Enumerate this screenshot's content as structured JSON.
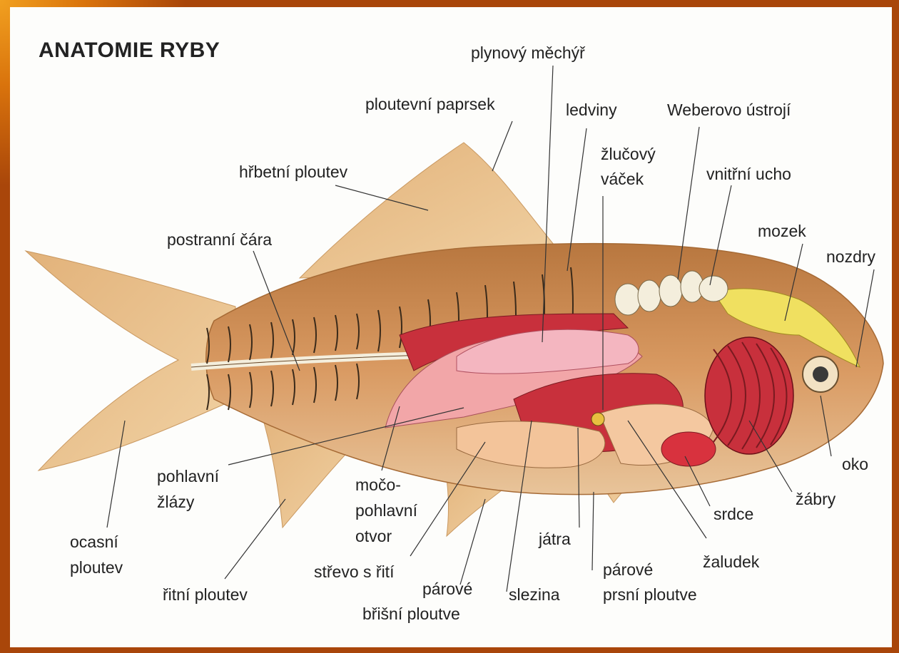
{
  "title": "ANATOMIE RYBY",
  "labels": {
    "plynovy_mechyr": "plynový měchýř",
    "ploutevni_paprsek": "ploutevní paprsek",
    "ledviny": "ledviny",
    "weberovo_ustroji": "Weberovo ústrojí",
    "hrbetni_ploutev": "hřbetní ploutev",
    "zlucovy_1": "žlučový",
    "zlucovy_2": "váček",
    "vnitrni_ucho": "vnitřní ucho",
    "postranni_cara": "postranní čára",
    "mozek": "mozek",
    "nozdry": "nozdry",
    "pohlavni_1": "pohlavní",
    "pohlavni_2": "žlázy",
    "moco_1": "močo-",
    "moco_2": "pohlavní",
    "moco_3": "otvor",
    "oko": "oko",
    "zabry": "žábry",
    "srdce": "srdce",
    "jatra": "játra",
    "zaludek": "žaludek",
    "ocasni_1": "ocasní",
    "ocasni_2": "ploutev",
    "strevo": "střevo s řití",
    "parove_prsni_1": "párové",
    "parove_prsni_2": "prsní ploutve",
    "ritni": "řitní ploutev",
    "parove_bris_1": "párové",
    "parove_bris_2": "břišní ploutve",
    "slezina": "slezina"
  },
  "colors": {
    "body": "#d99a62",
    "fin": "#e8c08a",
    "organ_red": "#c8303c",
    "organ_pink": "#f2a6a8",
    "brain": "#f0e060",
    "vertebra": "#f4eedc"
  }
}
